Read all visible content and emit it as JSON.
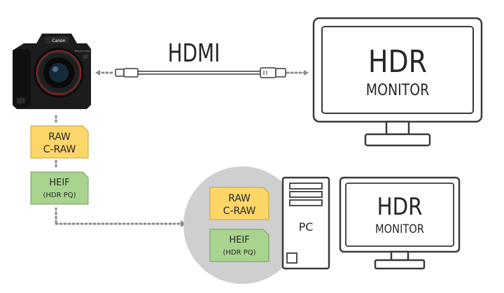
{
  "camera": {
    "brand": "Canon",
    "model_text": "EOS-1D X Mark III",
    "icon": "camera-icon"
  },
  "cable": {
    "label": "HDMI",
    "icon": "hdmi-cable-icon"
  },
  "monitor_large": {
    "title": "HDR",
    "subtitle": "MONITOR",
    "icon": "monitor-icon"
  },
  "card_raw_left": {
    "line1": "RAW",
    "line2": "C-RAW",
    "color": "#fdd66a"
  },
  "card_heif_left": {
    "line1": "HEIF",
    "line2": "(HDR PQ)",
    "color": "#a8d48f"
  },
  "card_raw_right": {
    "line1": "RAW",
    "line2": "C-RAW",
    "color": "#fdd66a"
  },
  "card_heif_right": {
    "line1": "HEIF",
    "line2": "(HDR PQ)",
    "color": "#a8d48f"
  },
  "pc": {
    "label": "PC",
    "icon": "pc-tower-icon"
  },
  "monitor_small": {
    "title": "HDR",
    "subtitle": "MONITOR",
    "icon": "monitor-icon"
  },
  "colors": {
    "outline": "#3a3a3a",
    "dots": "#8a8a8a",
    "circle": "#cfcfcf"
  }
}
